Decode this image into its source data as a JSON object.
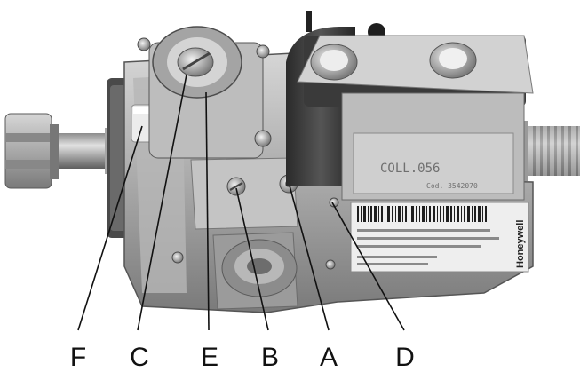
{
  "callouts": [
    {
      "letter": "F"
    },
    {
      "letter": "C"
    },
    {
      "letter": "E"
    },
    {
      "letter": "B"
    },
    {
      "letter": "A"
    },
    {
      "letter": "D"
    }
  ],
  "label_plate": {
    "stamp": "COLL.056",
    "code": "Cod. 3542070"
  },
  "brand": "Honeywell"
}
